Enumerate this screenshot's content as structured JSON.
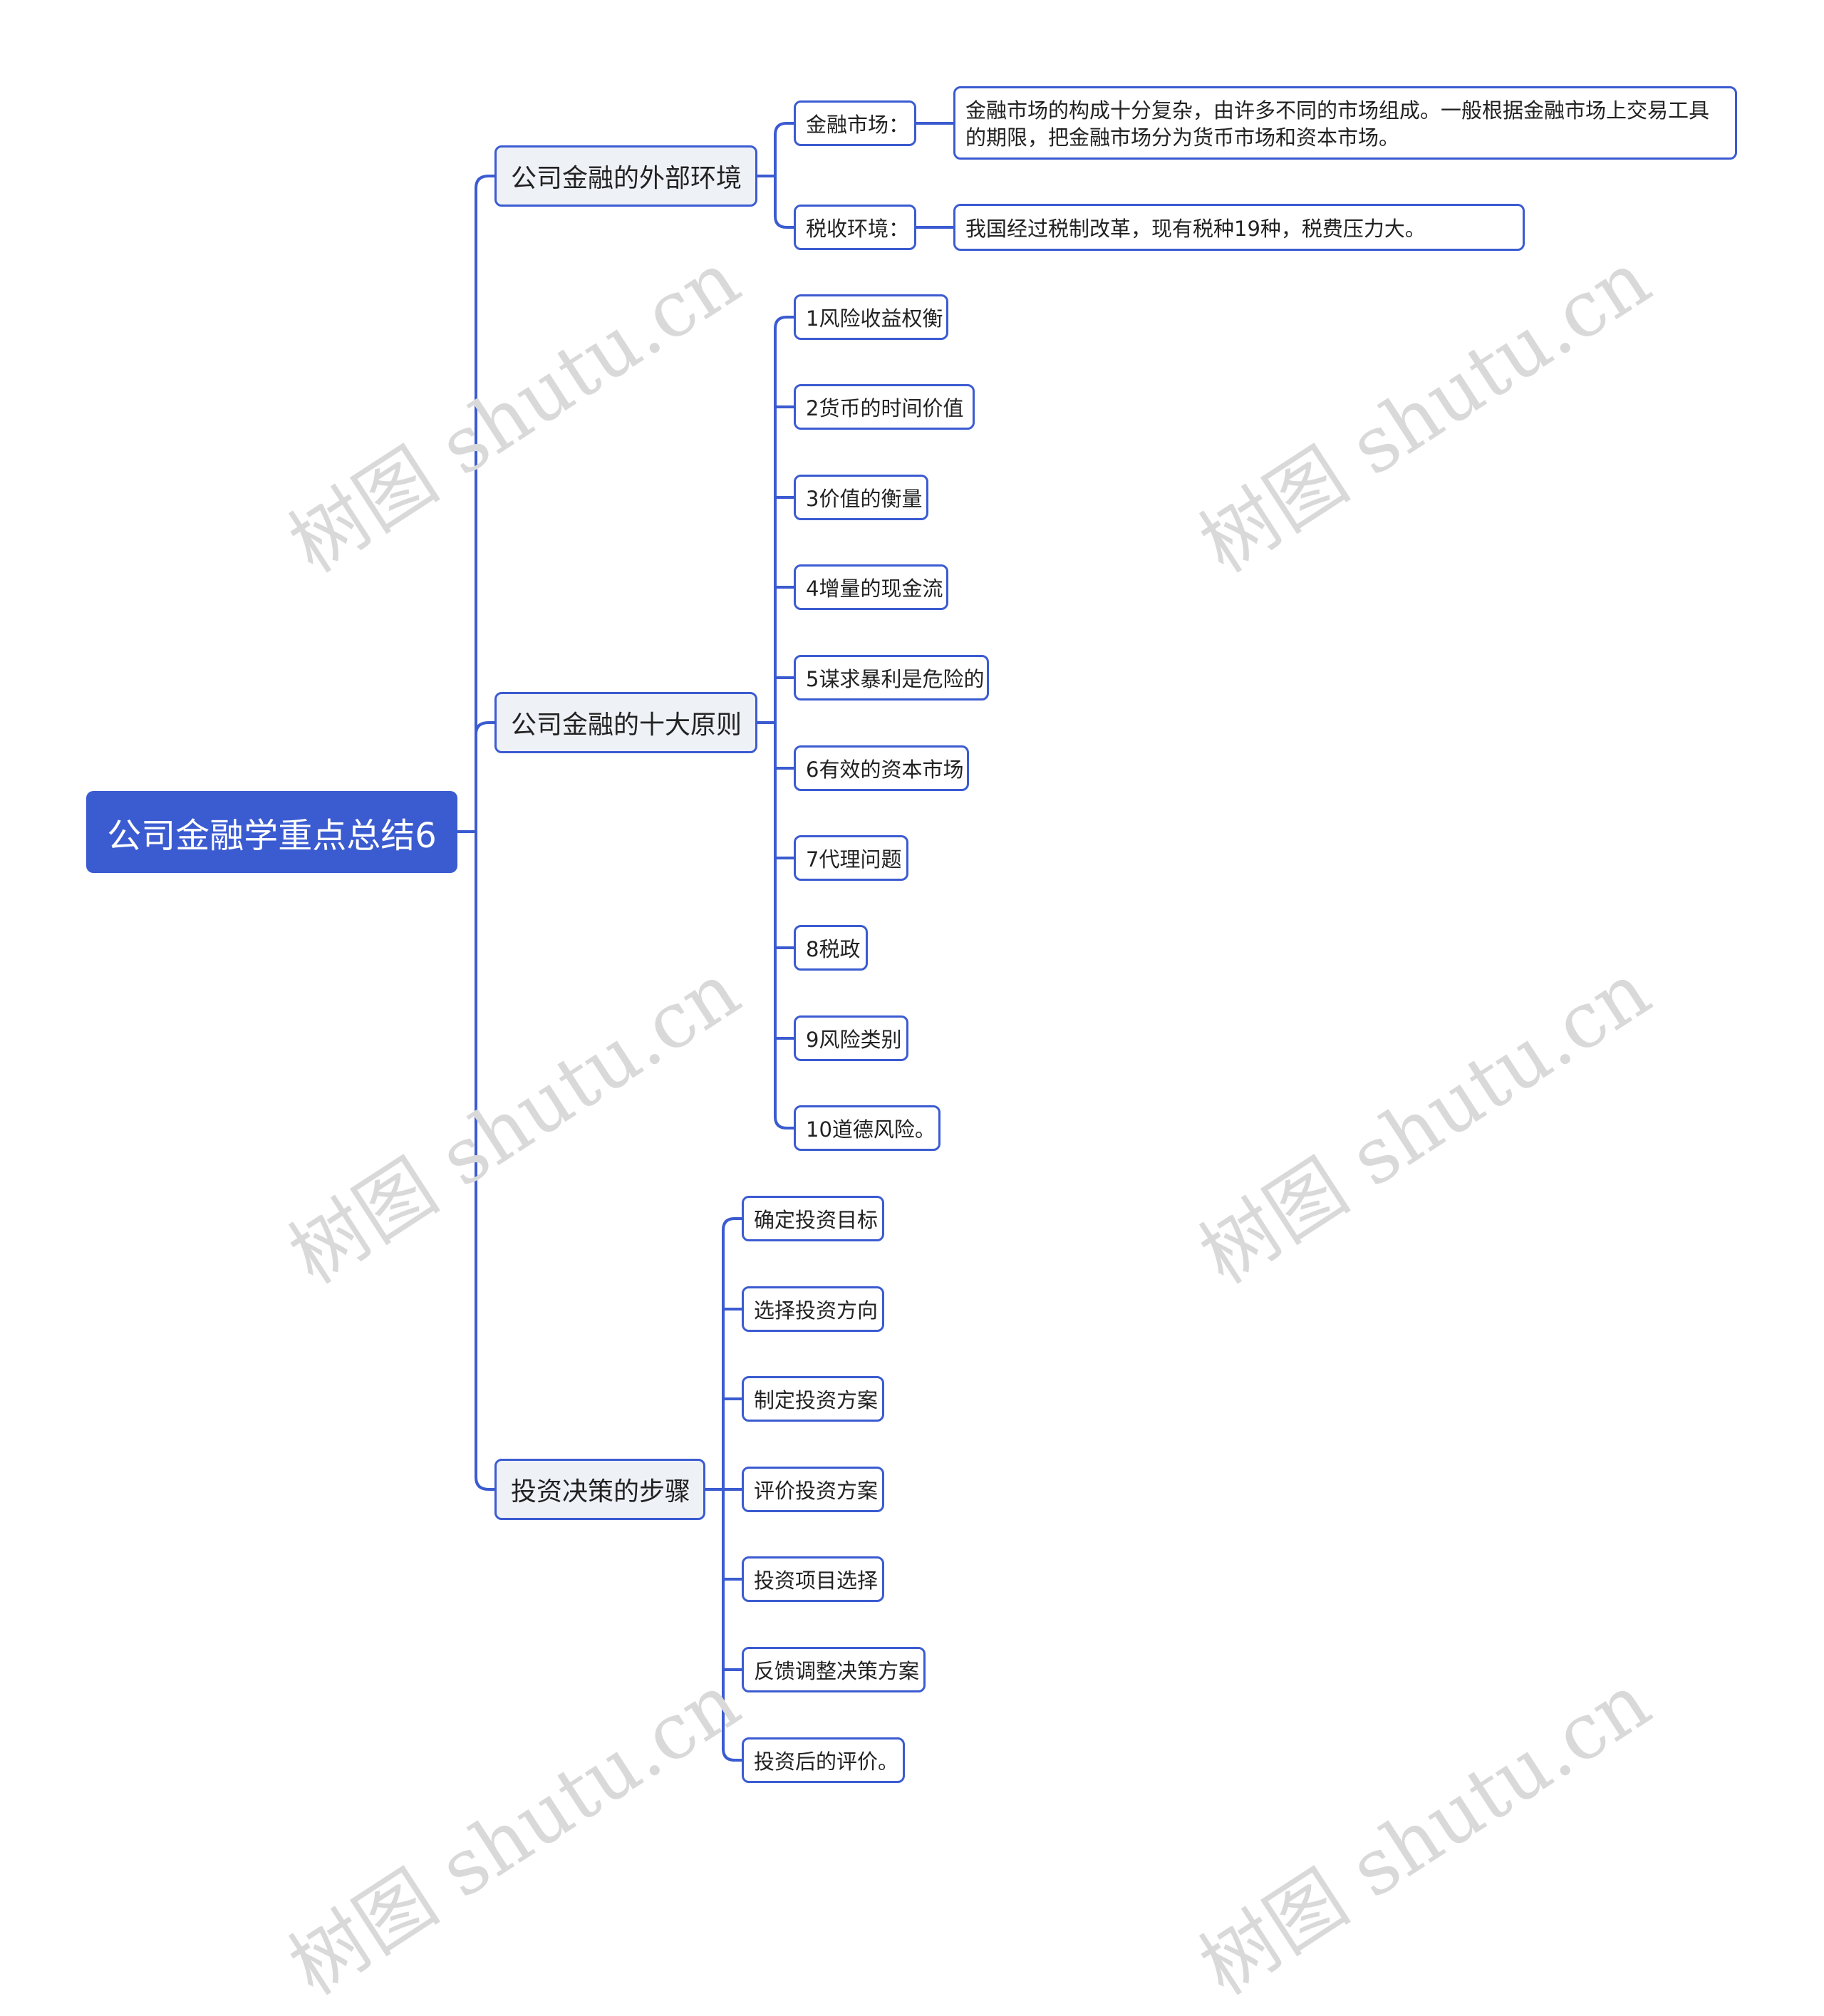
{
  "root": {
    "title": "公司金融学重点总结6"
  },
  "branches": [
    {
      "label": "公司金融的外部环境",
      "children": [
        {
          "label": "金融市场：",
          "detail": "金融市场的构成十分复杂，由许多不同的市场组成。一般根据金融市场上交易工具的期限，把金融市场分为货币市场和资本市场。"
        },
        {
          "label": "税收环境：",
          "detail": "我国经过税制改革，现有税种19种，税费压力大。"
        }
      ]
    },
    {
      "label": "公司金融的十大原则",
      "children": [
        {
          "label": "1风险收益权衡"
        },
        {
          "label": "2货币的时间价值"
        },
        {
          "label": "3价值的衡量"
        },
        {
          "label": "4增量的现金流"
        },
        {
          "label": "5谋求暴利是危险的"
        },
        {
          "label": "6有效的资本市场"
        },
        {
          "label": "7代理问题"
        },
        {
          "label": "8税政"
        },
        {
          "label": "9风险类别"
        },
        {
          "label": "10道德风险。"
        }
      ]
    },
    {
      "label": "投资决策的步骤",
      "children": [
        {
          "label": "确定投资目标"
        },
        {
          "label": "选择投资方向"
        },
        {
          "label": "制定投资方案"
        },
        {
          "label": "评价投资方案"
        },
        {
          "label": "投资项目选择"
        },
        {
          "label": "反馈调整决策方案"
        },
        {
          "label": "投资后的评价。"
        }
      ]
    }
  ],
  "watermark": "树图 shutu.cn",
  "colors": {
    "accent": "#3b5bd1",
    "branch_fill": "#eef1f6",
    "watermark": "#d9d9d9"
  }
}
